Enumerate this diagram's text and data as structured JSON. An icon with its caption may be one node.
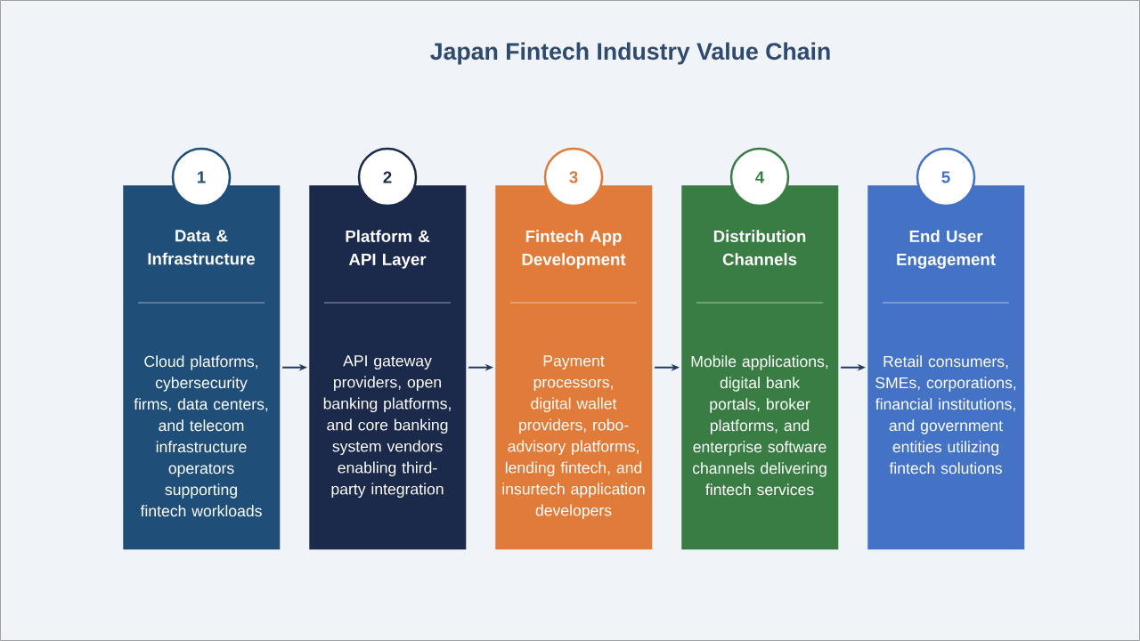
{
  "diagram": {
    "title": "Japan Fintech Industry Value Chain",
    "nodes": [
      {
        "text": [
          "1"
        ]
      },
      {
        "text": [
          "Data & Infrastructure",
          "Cloud platforms, cybersecurity firms, data centers, and telecom infrastructure operators supporting fintech workloads"
        ]
      },
      {
        "text": [
          "2"
        ]
      },
      {
        "text": [
          "Platform & API Layer",
          "API gateway providers, open banking platforms, and core banking system vendors enabling third-party integration"
        ]
      },
      {
        "text": [
          "3"
        ]
      },
      {
        "text": [
          "Fintech App Development",
          "Payment processors, digital wallet providers, robo-advisory platforms, lending fintech, and insurtech application developers"
        ]
      },
      {
        "text": [
          "4"
        ]
      },
      {
        "text": [
          "Distribution Channels",
          "Mobile applications, digital bank portals, broker platforms, and enterprise software channels delivering fintech services"
        ]
      },
      {
        "text": [
          "5"
        ]
      },
      {
        "text": [
          "End User Engagement",
          "Retail consumers, SMEs, corporations, financial institutions, and government entities utilizing fintech solutions"
        ]
      }
    ],
    "edges": [
      {
        "from": 1,
        "to": 3,
        "arrow": "to"
      },
      {
        "from": 3,
        "to": 5,
        "arrow": "to"
      },
      {
        "from": 5,
        "to": 7,
        "arrow": "to"
      },
      {
        "from": 7,
        "to": 9,
        "arrow": "to"
      }
    ]
  }
}
